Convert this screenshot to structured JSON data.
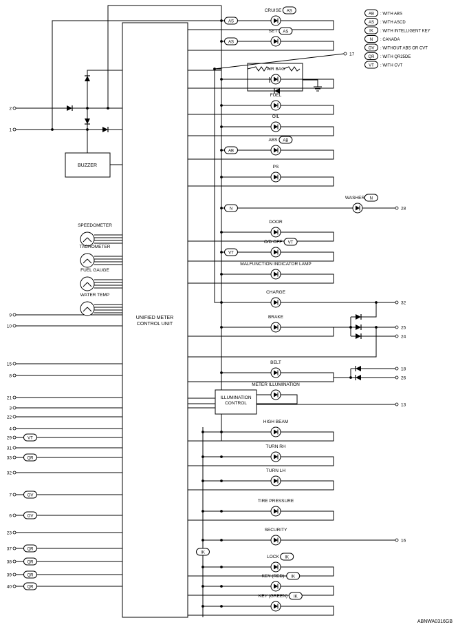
{
  "figure_id": "ABNWA0316GB",
  "legend": [
    {
      "code": "AB",
      "text": ": WITH ABS"
    },
    {
      "code": "AS",
      "text": ": WITH ASCD"
    },
    {
      "code": "IK",
      "text": ": WITH INTELLIGENT KEY"
    },
    {
      "code": "N",
      "text": ": CANADA"
    },
    {
      "code": "OV",
      "text": ": WITHOUT ABS OR CVT"
    },
    {
      "code": "QR",
      "text": ": WITH QR25DE"
    },
    {
      "code": "VT",
      "text": ": WITH CVT"
    }
  ],
  "blocks": {
    "unified_meter_line1": "UNIFIED METER",
    "unified_meter_line2": "CONTROL UNIT",
    "buzzer": "BUZZER",
    "illumination_line1": "ILLUMINATION",
    "illumination_line2": "CONTROL"
  },
  "gauges": [
    "SPEEDOMETER",
    "TACHOMETER",
    "FUEL GAUGE",
    "WATER TEMP"
  ],
  "indicators": [
    {
      "label": "CRUISE",
      "badge": "AS"
    },
    {
      "label": "SET",
      "badge": "AS"
    },
    {
      "label": "AIR BAG",
      "badge": ""
    },
    {
      "label": "FUEL",
      "badge": ""
    },
    {
      "label": "OIL",
      "badge": ""
    },
    {
      "label": "ABS",
      "badge": "AB"
    },
    {
      "label": "PS",
      "badge": ""
    },
    {
      "label": "WASHER",
      "badge": "N"
    },
    {
      "label": "DOOR",
      "badge": ""
    },
    {
      "label": "O/D OFF",
      "badge": "VT"
    },
    {
      "label": "MALFUNCTION INDICATOR LAMP",
      "badge": ""
    },
    {
      "label": "CHARGE",
      "badge": ""
    },
    {
      "label": "BRAKE",
      "badge": ""
    },
    {
      "label": "BELT",
      "badge": ""
    },
    {
      "label": "METER ILLUMINATION",
      "badge": ""
    },
    {
      "label": "HIGH BEAM",
      "badge": ""
    },
    {
      "label": "TURN RH",
      "badge": ""
    },
    {
      "label": "TURN LH",
      "badge": ""
    },
    {
      "label": "TIRE PRESSURE",
      "badge": ""
    },
    {
      "label": "SECURITY",
      "badge": ""
    },
    {
      "label": "LOCK",
      "badge": "IK"
    },
    {
      "label": "KEY (RED)",
      "badge": "IK"
    },
    {
      "label": "KEY (GREEN)",
      "badge": "IK"
    }
  ],
  "feed_badges": [
    "AS",
    "AS",
    "AB",
    "N",
    "VT",
    "IK"
  ],
  "left_pins": [
    {
      "pin": "2",
      "badge": ""
    },
    {
      "pin": "1",
      "badge": ""
    },
    {
      "pin": "9",
      "badge": ""
    },
    {
      "pin": "10",
      "badge": ""
    },
    {
      "pin": "15",
      "badge": ""
    },
    {
      "pin": "8",
      "badge": ""
    },
    {
      "pin": "21",
      "badge": ""
    },
    {
      "pin": "3",
      "badge": ""
    },
    {
      "pin": "22",
      "badge": ""
    },
    {
      "pin": "4",
      "badge": ""
    },
    {
      "pin": "29",
      "badge": "VT"
    },
    {
      "pin": "31",
      "badge": ""
    },
    {
      "pin": "33",
      "badge": "QR"
    },
    {
      "pin": "32",
      "badge": ""
    },
    {
      "pin": "7",
      "badge": "OV"
    },
    {
      "pin": "6",
      "badge": "OV"
    },
    {
      "pin": "23",
      "badge": ""
    },
    {
      "pin": "37",
      "badge": "QR"
    },
    {
      "pin": "38",
      "badge": "QR"
    },
    {
      "pin": "39",
      "badge": "QR"
    },
    {
      "pin": "40",
      "badge": "QR"
    }
  ],
  "right_pins": [
    "17",
    "28",
    "32",
    "25",
    "24",
    "18",
    "26",
    "13",
    "16"
  ]
}
